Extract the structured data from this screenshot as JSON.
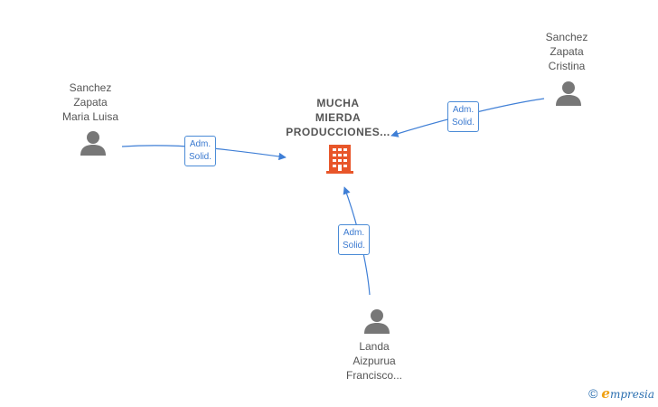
{
  "center": {
    "lines": [
      "MUCHA",
      "MIERDA",
      "PRODUCCIONES..."
    ],
    "icon": "building-icon",
    "color": "#e8562a"
  },
  "persons": [
    {
      "id": "sanchez-zapata-maria-luisa",
      "lines": [
        "Sanchez",
        "Zapata",
        "Maria Luisa"
      ],
      "icon": "person-icon"
    },
    {
      "id": "sanchez-zapata-cristina",
      "lines": [
        "Sanchez",
        "Zapata",
        "Cristina"
      ],
      "icon": "person-icon"
    },
    {
      "id": "landa-aizpurua-francisco",
      "lines": [
        "Landa",
        "Aizpurua",
        "Francisco..."
      ],
      "icon": "person-icon"
    }
  ],
  "edges": [
    {
      "from": "sanchez-zapata-maria-luisa",
      "lines": [
        "Adm.",
        "Solid."
      ]
    },
    {
      "from": "sanchez-zapata-cristina",
      "lines": [
        "Adm.",
        "Solid."
      ]
    },
    {
      "from": "landa-aizpurua-francisco",
      "lines": [
        "Adm.",
        "Solid."
      ]
    }
  ],
  "colors": {
    "edge": "#3f7fd6",
    "person": "#777777",
    "label": "#555555"
  },
  "footer": {
    "copyright_symbol": "©",
    "brand_first": "e",
    "brand_rest": "mpresia"
  }
}
